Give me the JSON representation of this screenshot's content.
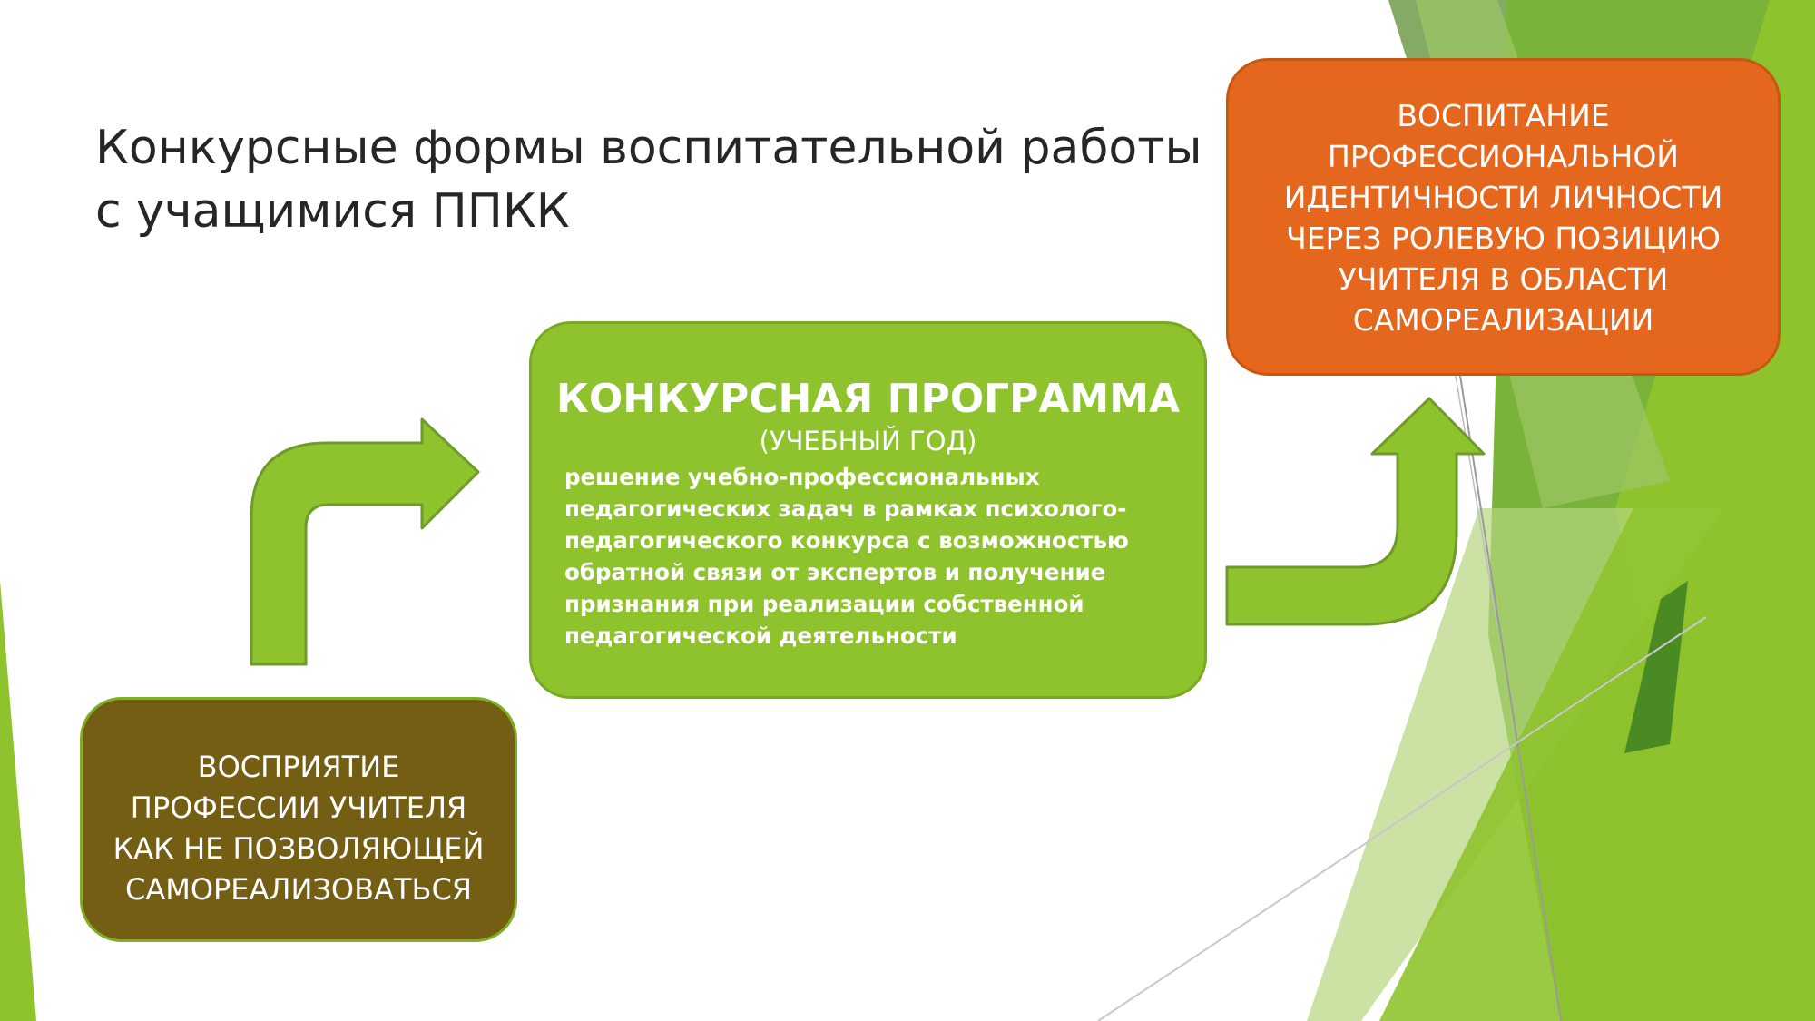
{
  "title": {
    "lines": [
      "Конкурсные формы воспитательной работы",
      "с учащимися ППКК"
    ]
  },
  "start_box": {
    "lines": [
      "ВОСПРИЯТИЕ",
      "ПРОФЕССИИ УЧИТЕЛЯ",
      "КАК НЕ ПОЗВОЛЯЮЩЕЙ",
      "САМОРЕАЛИЗОВАТЬСЯ"
    ]
  },
  "program_box": {
    "heading": "КОНКУРСНАЯ ПРОГРАММА",
    "subheading": "(УЧЕБНЫЙ ГОД)",
    "body_lines": [
      "решение учебно-профессиональных",
      "педагогических задач в рамках психолого-",
      "педагогического конкурса с возможностью",
      "обратной связи от экспертов и получение",
      "признания при реализации собственной",
      "педагогической деятельности"
    ]
  },
  "goal_box": {
    "lines": [
      "ВОСПИТАНИЕ",
      "ПРОФЕССИОНАЛЬНОЙ",
      "ИДЕНТИЧНОСТИ ЛИЧНОСТИ",
      "ЧЕРЕЗ РОЛЕВУЮ ПОЗИЦИЮ",
      "УЧИТЕЛЯ В ОБЛАСТИ",
      "САМОРЕАЛИЗАЦИИ"
    ]
  },
  "colors": {
    "start_box": "#745e14",
    "program_box": "#8fc32d",
    "goal_box": "#e5661d",
    "arrow": "#8fc32d",
    "accent_green": "#76b82a",
    "dark_green": "#4a8a22"
  }
}
